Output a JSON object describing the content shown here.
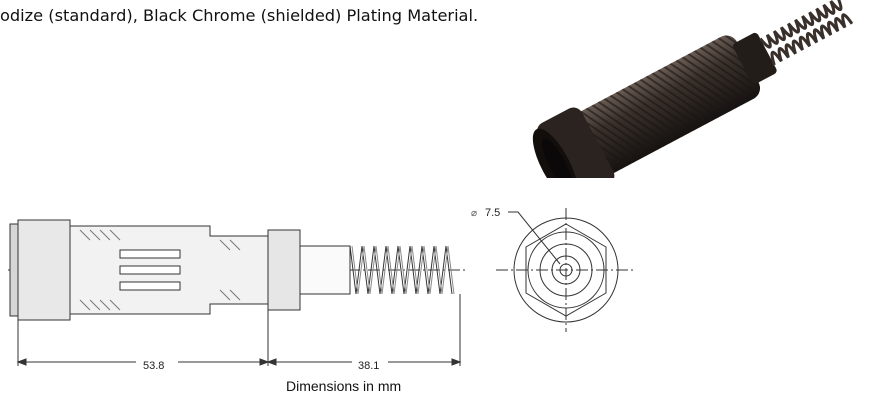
{
  "description_text": "odize (standard), Black Chrome (shielded) Plating Material.",
  "drawing": {
    "length_left": "53.8",
    "length_right": "38.1",
    "diameter_symbol": "⌀",
    "diameter_value": "7.5",
    "caption": "Dimensions in mm"
  },
  "colors": {
    "connector_body": "#2b2522",
    "spring": "#3a302b",
    "line_art": "#333333"
  }
}
